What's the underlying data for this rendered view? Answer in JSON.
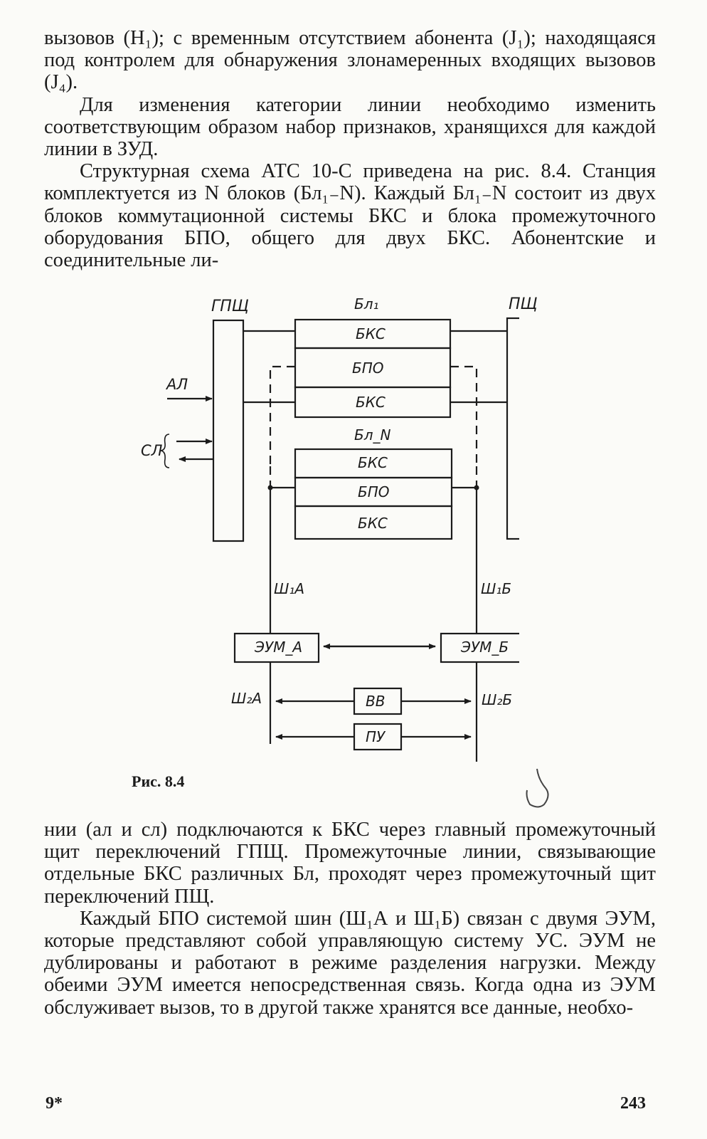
{
  "text_top": {
    "p1": "вызовов (H₁); с временным отсутствием абонента (J₁); находящаяся под контролем для обнаружения злонамеренных входящих вызовов (J₄).",
    "p2": "Для изменения категории линии необходимо изменить соответствующим образом набор признаков, хранящихся для каждой линии в ЗУД.",
    "p3": "Структурная схема АТС 10-С приведена на рис. 8.4. Станция комплектуется из N блоков (Бл₁₋N). Каждый Бл₁₋N состоит из двух блоков коммутационной системы БКС и блока промежуточного оборудования БПО, общего для двух БКС. Абонентские и соединительные ли-"
  },
  "figure": {
    "gpsh": "ГПЩ",
    "psh": "ПЩ",
    "bl1": "Бл₁",
    "bln": "Бл_N",
    "bks": "БКС",
    "bpo": "БПО",
    "al": "АЛ",
    "sl": "СЛ",
    "sh1a": "Ш₁А",
    "sh1b": "Ш₁Б",
    "sh2a": "Ш₂А",
    "sh2b": "Ш₂Б",
    "eum_a": "ЭУМ_А",
    "eum_b": "ЭУМ_Б",
    "vv": "ВВ",
    "pu": "ПУ"
  },
  "caption": "Рис. 8.4",
  "text_bottom": {
    "p1": "нии (ал и сл) подключаются к БКС через главный промежуточный щит переключений ГПЩ. Промежуточные линии, связывающие отдельные БКС различных Бл, проходят через промежуточный щит переключений ПЩ.",
    "p2": "Каждый БПО системой шин (Ш₁А и Ш₁Б) связан с двумя ЭУМ, которые представляют собой управляющую систему УС. ЭУМ не дублированы и работают в режиме разделения нагрузки. Между обеими ЭУМ имеется непосредственная связь. Когда одна из ЭУМ обслуживает вызов, то в другой также хранятся все данные, необхо-"
  },
  "footer": {
    "left": "9*",
    "right": "243"
  }
}
